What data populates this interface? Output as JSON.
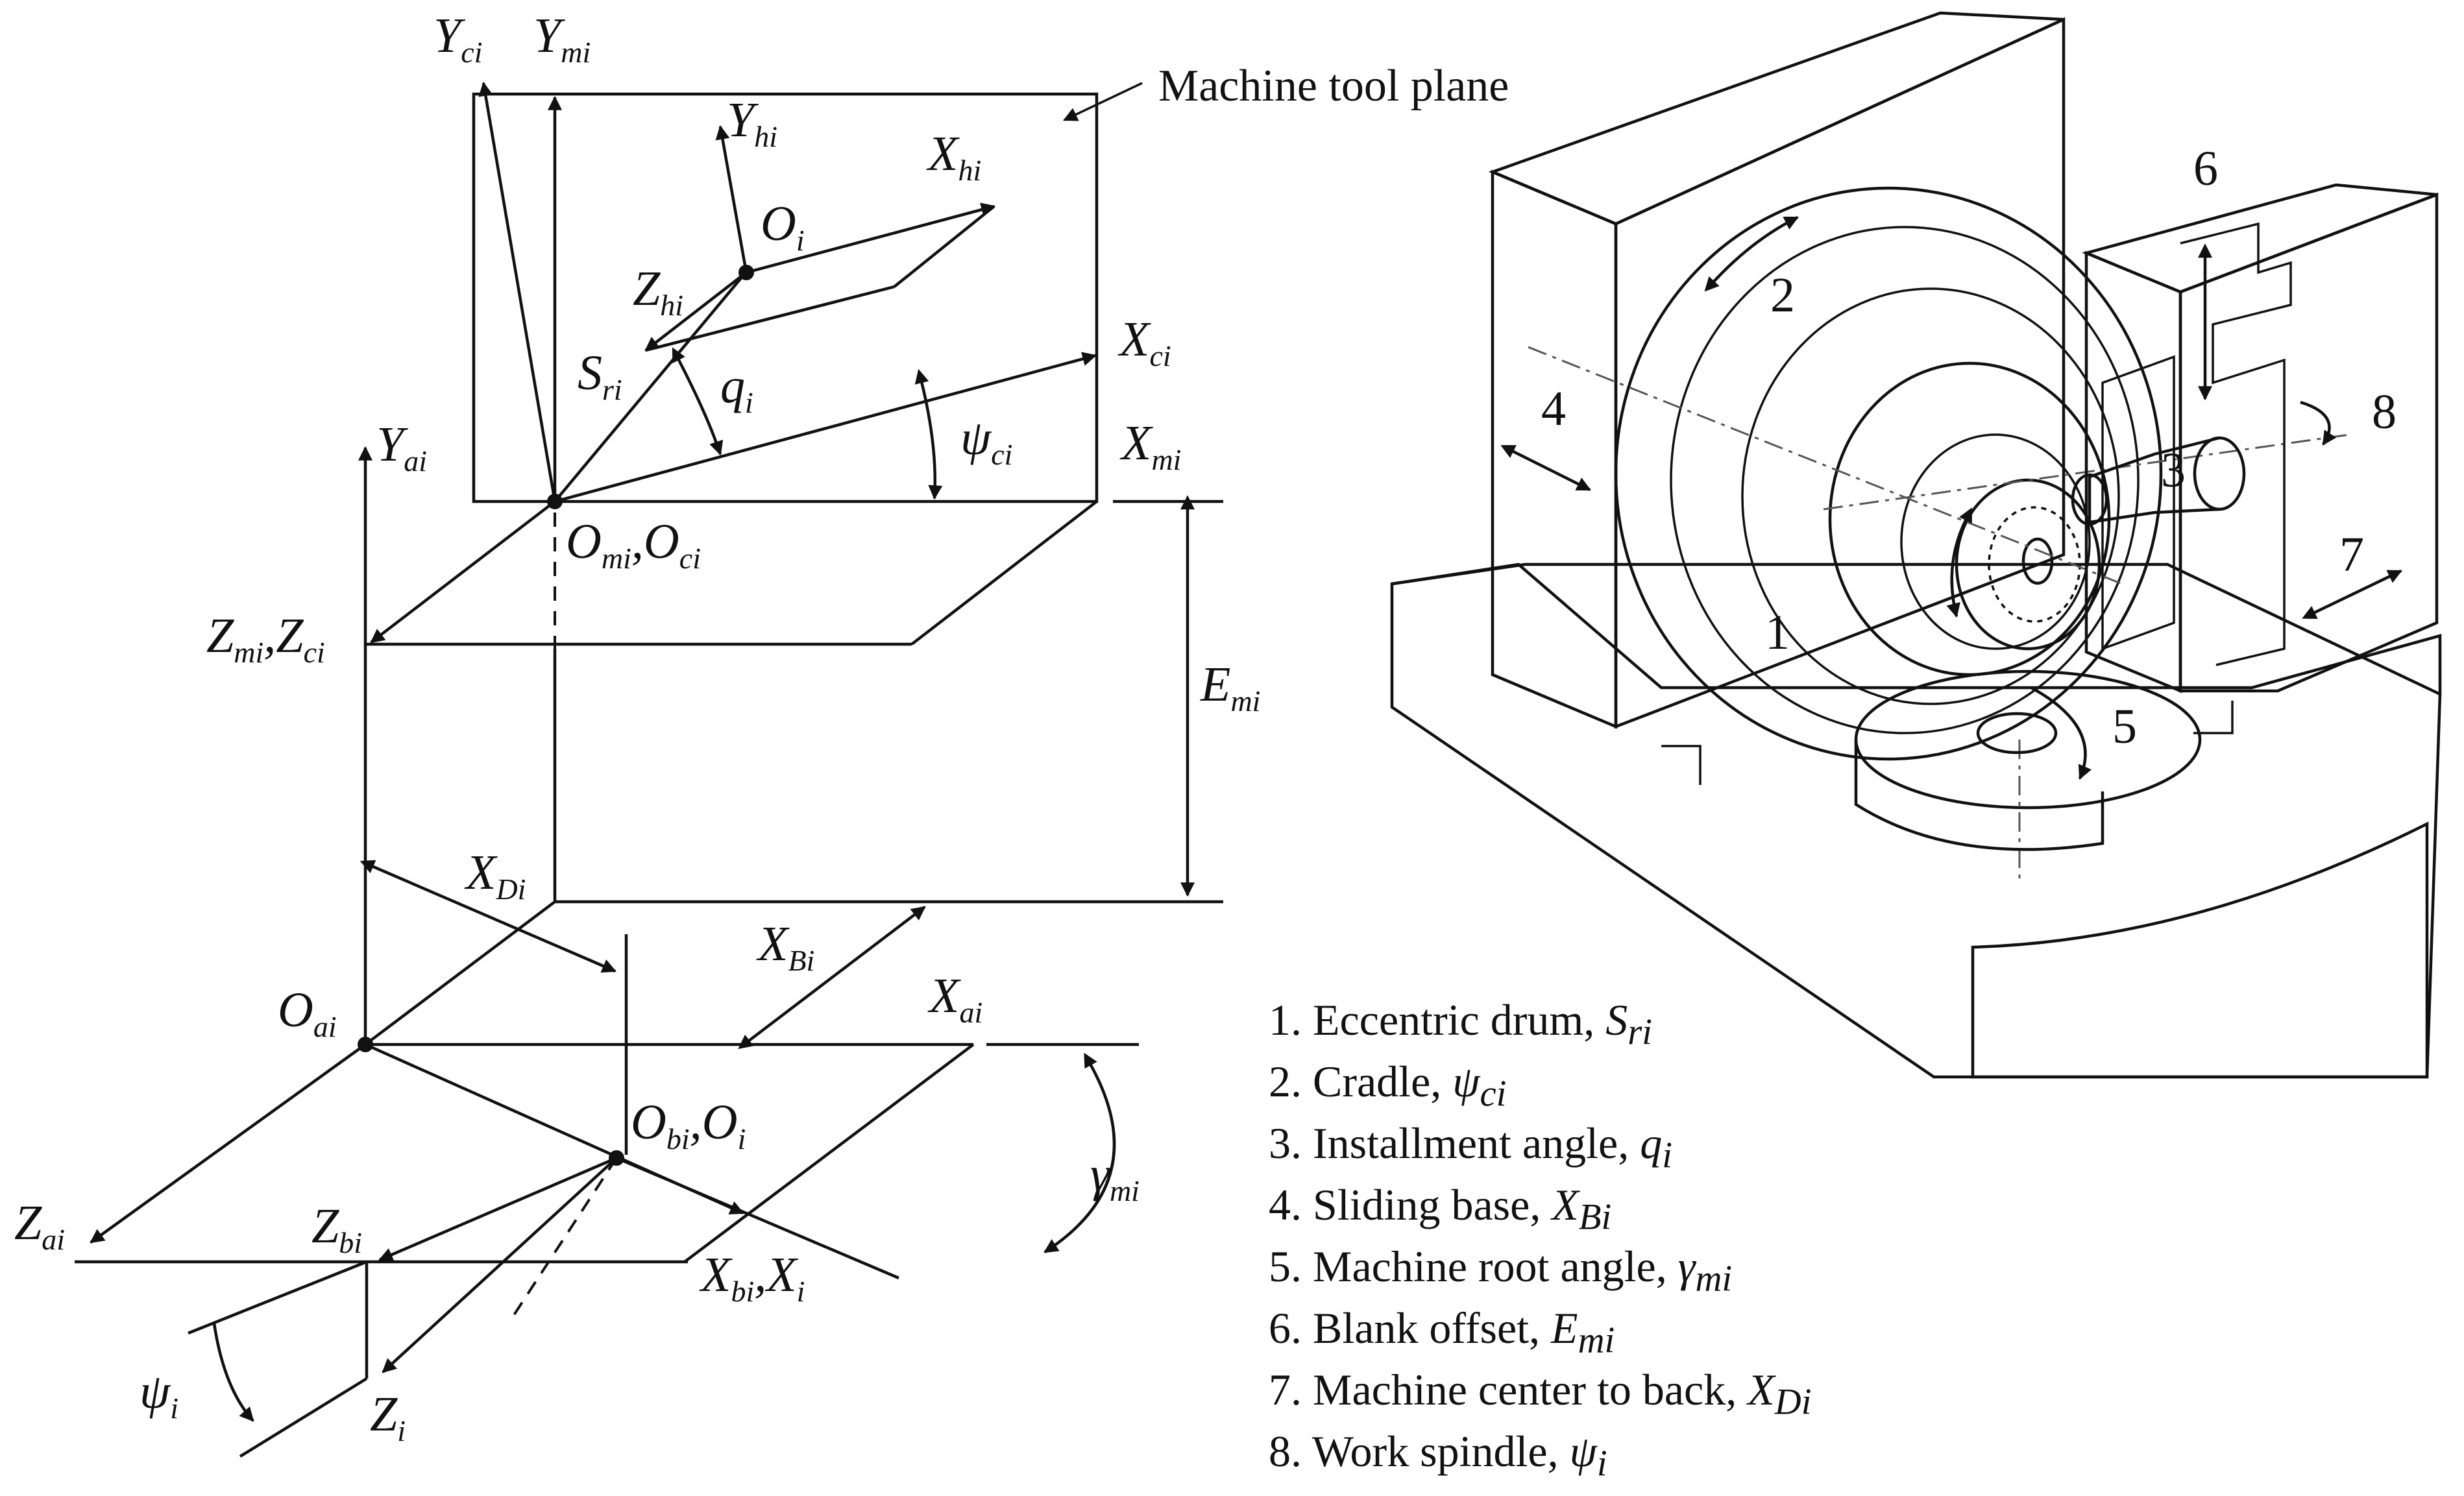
{
  "left_diagram": {
    "machine_plane_label": "Machine tool plane",
    "labels": {
      "Yci": [
        "Y",
        "ci"
      ],
      "Ymi": [
        "Y",
        "mi"
      ],
      "Yhi": [
        "Y",
        "hi"
      ],
      "Xhi": [
        "X",
        "hi"
      ],
      "Oi_top": [
        "O",
        "i"
      ],
      "Zhi": [
        "Z",
        "hi"
      ],
      "Xci": [
        "X",
        "ci"
      ],
      "Sri": [
        "S",
        "ri"
      ],
      "qi": [
        "q",
        "i"
      ],
      "psici": [
        "ψ",
        "ci"
      ],
      "Yai": [
        "Y",
        "ai"
      ],
      "Xmi": [
        "X",
        "mi"
      ],
      "Omi": [
        "O",
        "mi"
      ],
      "Oci": [
        "O",
        "ci"
      ],
      "Zmi": [
        "Z",
        "mi"
      ],
      "Zci": [
        "Z",
        "ci"
      ],
      "Emi": [
        "E",
        "mi"
      ],
      "XDi": [
        "X",
        "Di"
      ],
      "XBi": [
        "X",
        "Bi"
      ],
      "Xai": [
        "X",
        "ai"
      ],
      "Oai": [
        "O",
        "ai"
      ],
      "Obi": [
        "O",
        "bi"
      ],
      "Oi_bottom": [
        "O",
        "i"
      ],
      "gammami": [
        "γ",
        "mi"
      ],
      "Zai": [
        "Z",
        "ai"
      ],
      "Zbi": [
        "Z",
        "bi"
      ],
      "Xbi": [
        "X",
        "bi"
      ],
      "Xi": [
        "X",
        "i"
      ],
      "psii": [
        "ψ",
        "i"
      ],
      "Zi": [
        "Z",
        "i"
      ]
    }
  },
  "machine_callouts": [
    "1",
    "2",
    "3",
    "4",
    "5",
    "6",
    "7",
    "8"
  ],
  "legend": [
    {
      "text": "1. Eccentric drum, ",
      "symbol": "S",
      "sub": "ri"
    },
    {
      "text": "2. Cradle, ",
      "symbol": "ψ",
      "sub": "ci"
    },
    {
      "text": "3. Installment angle, ",
      "symbol": "q",
      "sub": "i"
    },
    {
      "text": "4. Sliding base, ",
      "symbol": "X",
      "sub": "Bi"
    },
    {
      "text": "5. Machine root angle, ",
      "symbol": "γ",
      "sub": "mi"
    },
    {
      "text": "6. Blank offset, ",
      "symbol": "E",
      "sub": "mi"
    },
    {
      "text": "7. Machine center to back,  ",
      "symbol": "X",
      "sub": "Di"
    },
    {
      "text": "8. Work spindle, ",
      "symbol": "ψ",
      "sub": "i"
    }
  ]
}
